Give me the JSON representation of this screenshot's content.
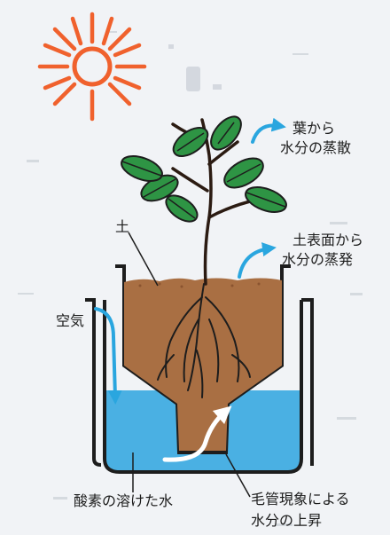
{
  "labels": {
    "leaf_transpiration": [
      "葉から",
      "水分の蒸散"
    ],
    "soil": "土",
    "soil_evaporation": [
      "土表面から",
      "水分の蒸発"
    ],
    "air": "空気",
    "oxygen_water": "酸素の溶けた水",
    "capillary": [
      "毛管現象による",
      "水分の上昇"
    ]
  },
  "colors": {
    "sun": "#f0612d",
    "arrow": "#2aa6df",
    "water": "#4ab0e3",
    "soil": "#a96f43",
    "leaf": "#2e9444",
    "outline": "#1d1d1d",
    "background": "#f1f3f6"
  },
  "icons": [
    "sun-icon",
    "plant-illustration",
    "self-watering-pot"
  ]
}
